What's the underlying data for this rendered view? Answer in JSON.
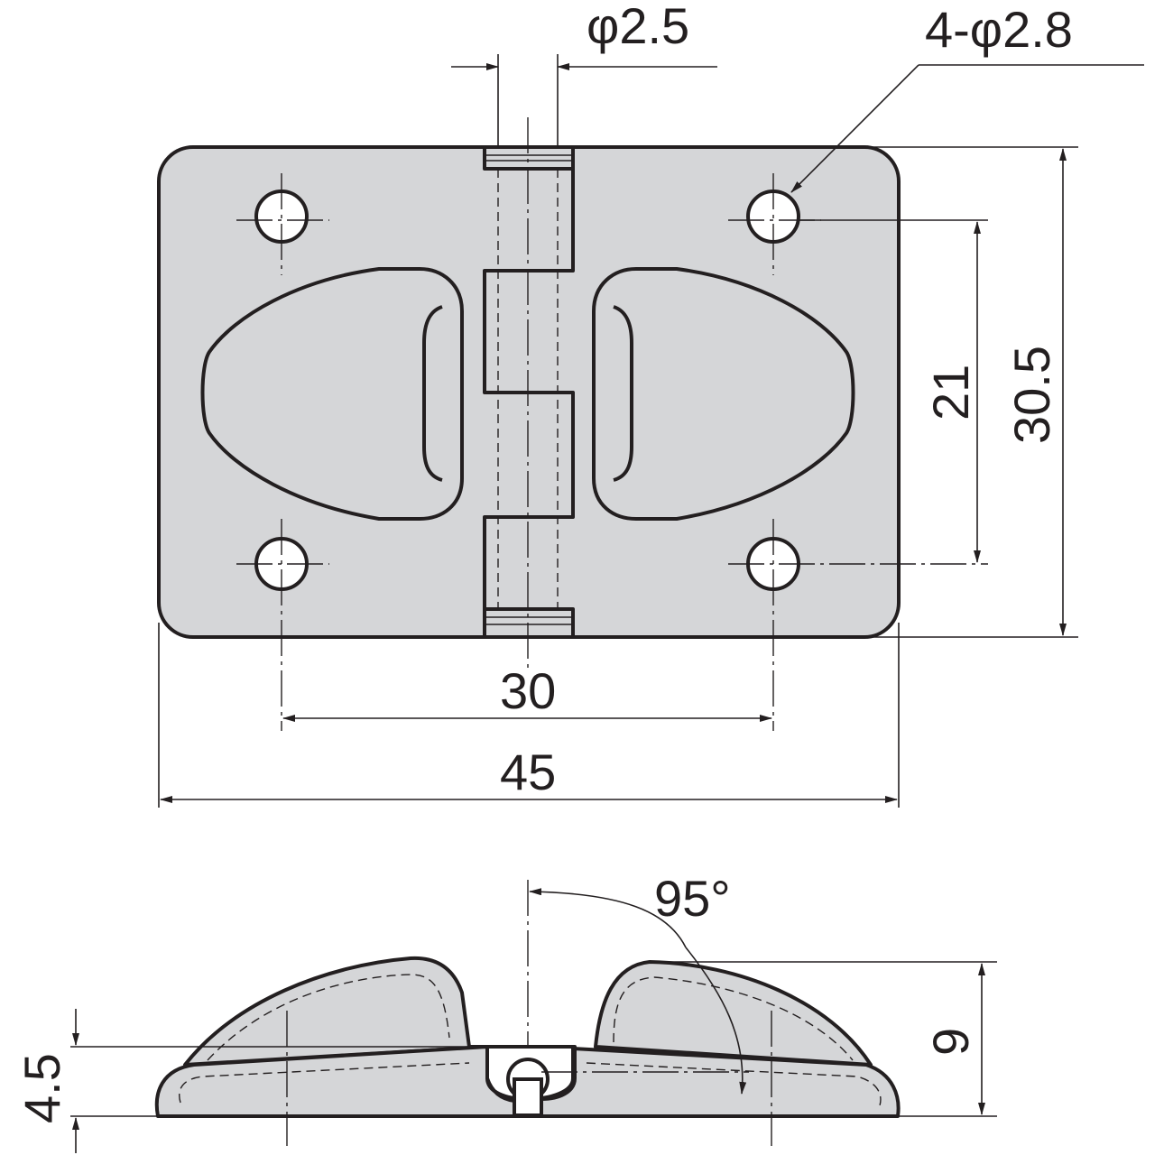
{
  "drawing": {
    "title": "Hinge dimensional drawing",
    "dimensions": {
      "pin_diameter": "φ2.5",
      "hole_diameter": "4-φ2.8",
      "hole_pitch_vertical": "21",
      "height": "30.5",
      "hole_pitch_horizontal": "30",
      "width": "45",
      "open_angle": "95°",
      "raised_height": "9",
      "thickness": "4.5"
    }
  }
}
